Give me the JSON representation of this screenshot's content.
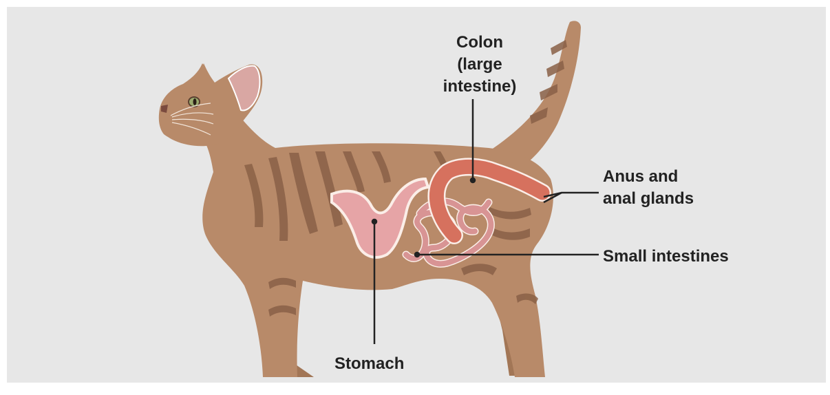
{
  "labels": {
    "colon": [
      "Colon",
      "(large",
      "intestine)"
    ],
    "anus": [
      "Anus and",
      "anal glands"
    ],
    "small_intestines": "Small intestines",
    "stomach": "Stomach"
  },
  "colors": {
    "background": "#e7e7e7",
    "fur": "#b88a69",
    "stripe": "#8a6047",
    "stomach": "#e6a4a6",
    "intestine": "#d89494",
    "colon": "#d6715e",
    "leader_line": "#222222"
  }
}
